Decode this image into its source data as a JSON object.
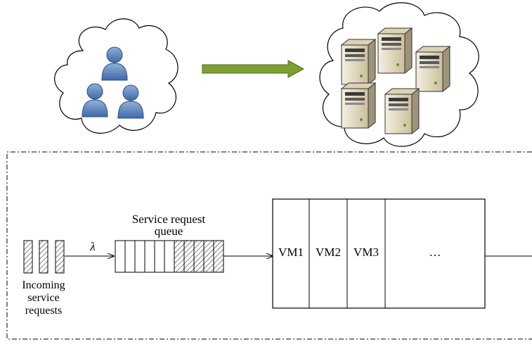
{
  "top": {
    "users_cloud": {
      "icon": "user-icon",
      "count": 3,
      "user_color": "#5b86c0"
    },
    "arrow": {
      "icon": "arrow-right-icon",
      "color": "#7ea033"
    },
    "servers_cloud": {
      "icon": "server-icon",
      "count": 5,
      "server_color": "#e6dcc0"
    }
  },
  "queue_model": {
    "incoming_label": [
      "Incoming",
      "service",
      "requests"
    ],
    "arrival_rate_symbol": "λ",
    "queue_title": [
      "Service request",
      "queue"
    ],
    "vms": [
      "VM1",
      "VM2",
      "VM3",
      "…"
    ]
  }
}
